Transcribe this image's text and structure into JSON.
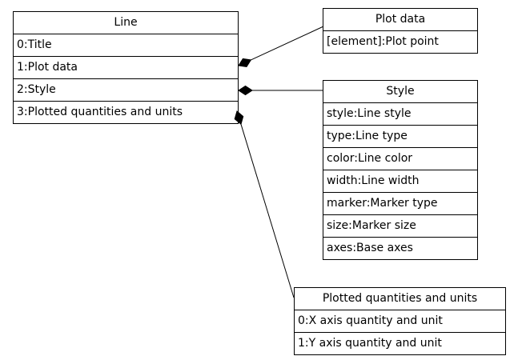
{
  "diagram": {
    "kind": "uml-composition-diagram",
    "colors": {
      "background": "#ffffff",
      "stroke": "#000000",
      "text": "#000000",
      "node_fill": "#ffffff",
      "diamond_fill": "#000000"
    },
    "nodes": {
      "line": {
        "title": "Line",
        "rows": [
          "0:Title",
          "1:Plot data",
          "2:Style",
          "3:Plotted quantities and units"
        ]
      },
      "plot_data": {
        "title": "Plot data",
        "rows": [
          "[element]:Plot point"
        ]
      },
      "style": {
        "title": "Style",
        "rows": [
          "style:Line style",
          "type:Line type",
          "color:Line color",
          "width:Line width",
          "marker:Marker type",
          "size:Marker size",
          "axes:Base axes"
        ]
      },
      "plotted_quantities": {
        "title": "Plotted quantities and units",
        "rows": [
          "0:X axis quantity and unit",
          "1:Y axis quantity and unit"
        ]
      }
    },
    "connectors": [
      {
        "from": "Line",
        "from_row": "1:Plot data",
        "to": "Plot data",
        "type": "composition-filled-diamond"
      },
      {
        "from": "Line",
        "from_row": "2:Style",
        "to": "Style",
        "type": "composition-filled-diamond"
      },
      {
        "from": "Line",
        "from_row": "3:Plotted quantities and units",
        "to": "Plotted quantities and units",
        "type": "composition-filled-diamond"
      }
    ]
  }
}
